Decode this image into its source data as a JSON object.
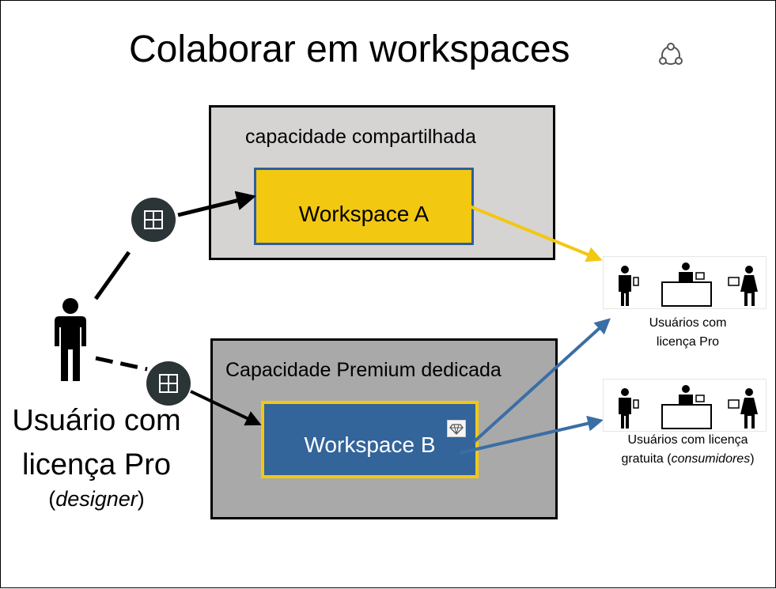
{
  "title": "Colaborar em workspaces",
  "icons": {
    "collaborate": "share-nodes-icon",
    "workspace": "workspace-layout-icon",
    "premium": "diamond-icon"
  },
  "capacities": {
    "shared": {
      "label": "capacidade compartilhada",
      "fill": "#d6d3d3"
    },
    "premium": {
      "label": "Capacidade Premium dedicada",
      "fill": "#a9a9a9"
    }
  },
  "workspaces": {
    "a": {
      "label": "Workspace A",
      "fill": "#f2c811",
      "border": "#2e5f9a"
    },
    "b": {
      "label": "Workspace B",
      "fill": "#33649a",
      "border": "#f2c811"
    }
  },
  "designer": {
    "label_line1": "Usuário com",
    "label_line2": "licença Pro",
    "role": "designer"
  },
  "groups": {
    "pro": {
      "line1": "Usuários com",
      "line2": "licença Pro"
    },
    "free": {
      "line1": "Usuários com licença",
      "line2_prefix": "gratuita (",
      "line2_role": "consumidores",
      "line2_suffix": ")"
    }
  },
  "colors": {
    "arrow_black": "#000000",
    "arrow_yellow": "#f2c811",
    "arrow_blue": "#3a6ea5",
    "icon_circle": "#2b3437"
  }
}
